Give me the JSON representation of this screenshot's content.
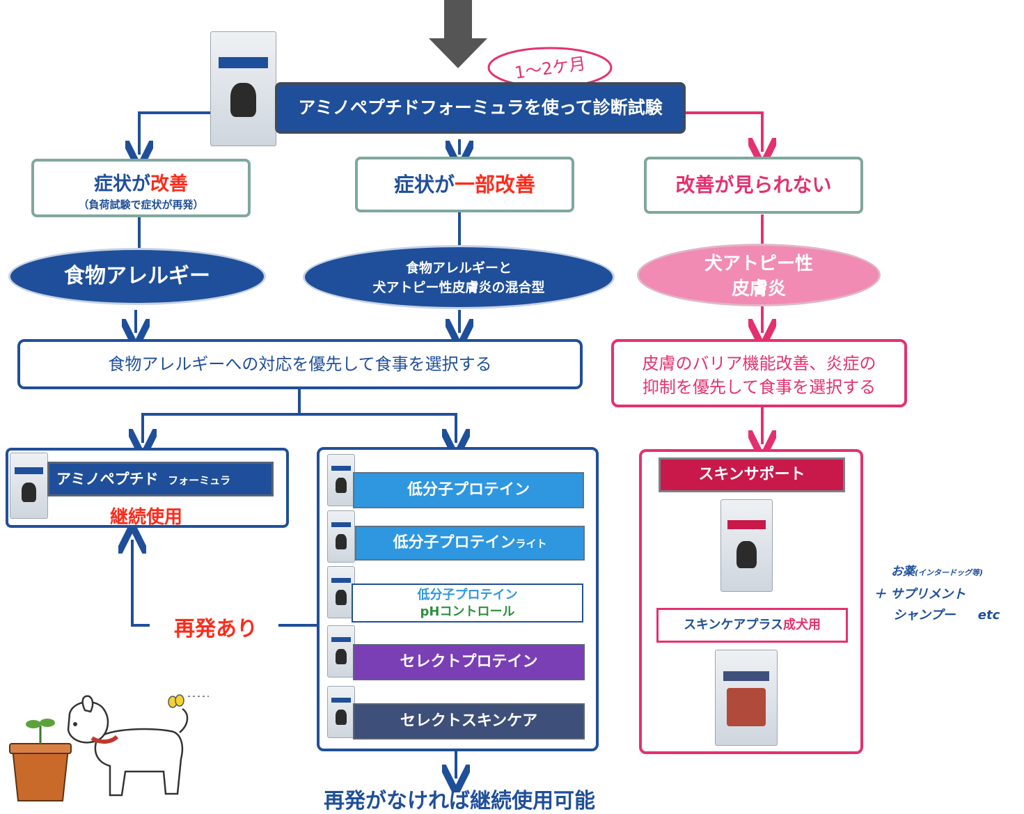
{
  "duration_note": "1～2ケ月",
  "diagnostic_trial": "アミノペプチドフォーミュラを使って診断試験",
  "outcomes": {
    "improved": {
      "title_plain": "症状が",
      "title_highlight": "改善",
      "sub": "（負荷試験で症状が再発）"
    },
    "partial": {
      "title_plain": "症状が",
      "title_highlight": "一部改善"
    },
    "none": {
      "title": "改善が見られない"
    }
  },
  "diagnoses": {
    "food_allergy": "食物アレルギー",
    "mixed_line1": "食物アレルギーと",
    "mixed_line2": "犬アトピー性皮膚炎の混合型",
    "atopy_line1": "犬アトピー性",
    "atopy_line2": "皮膚炎"
  },
  "actions": {
    "food_priority": "食物アレルギーへの対応を優先して食事を選択する",
    "skin_line1": "皮膚のバリア機能改善、炎症の",
    "skin_line2": "抑制を優先して食事を選択する"
  },
  "continue_box": {
    "product_main": "アミノペプチド",
    "product_sub": "フォーミュラ",
    "status": "継続使用"
  },
  "products": [
    {
      "name": "低分子プロテイン",
      "suffix": "",
      "color": "#2e97e0"
    },
    {
      "name": "低分子プロテイン",
      "suffix": "ライト",
      "color": "#2e97e0"
    },
    {
      "name": "低分子プロテイン",
      "suffix": "pHコントロール",
      "color": "#ffffff"
    },
    {
      "name": "セレクトプロテイン",
      "suffix": "",
      "color": "#7a3fb5"
    },
    {
      "name": "セレクトスキンケア",
      "suffix": "",
      "color": "#3e4f7a"
    }
  ],
  "relapse_label": "再発あり",
  "final_note": "再発がなければ継続使用可能",
  "skin_products": {
    "support": "スキンサポート",
    "careplus_main": "スキンケアプラス",
    "careplus_highlight": "成犬用"
  },
  "extras": {
    "medicine": "お薬",
    "medicine_note": "(インタードッグ等)",
    "supplement": "＋ サプリメント",
    "shampoo": "シャンプー",
    "etc": "etc"
  },
  "colors": {
    "navy": "#1f4f9a",
    "pink": "#e5306f",
    "red": "#ff2a1a",
    "teal_border": "#7fa79e"
  }
}
